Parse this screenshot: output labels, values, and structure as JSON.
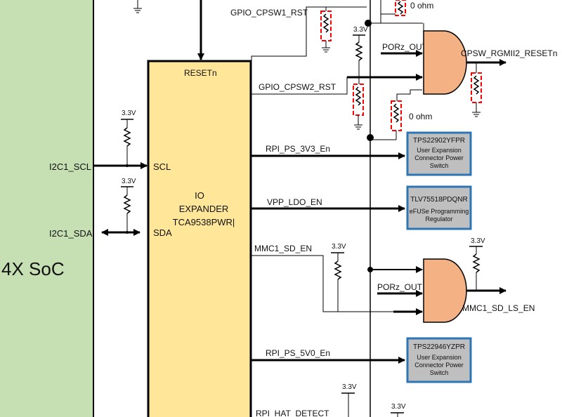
{
  "soc": {
    "label": "4X SoC",
    "color": "#c6e0b4"
  },
  "expander": {
    "reset_pin": "RESETn",
    "title_line1": "IO",
    "title_line2": "EXPANDER",
    "title_line3": "TCA9538PWR|",
    "color": "#ffe699",
    "pins": {
      "scl": "SCL",
      "sda": "SDA"
    }
  },
  "signals": {
    "i2c_scl": "I2C1_SCL",
    "i2c_sda": "I2C1_SDA",
    "gpio_cpsw1": "GPIO_CPSW1_RST",
    "gpio_cpsw2": "GPIO_CPSW2_RST",
    "rpi_ps_3v3": "RPI_PS_3V3_En",
    "vpp_ldo": "VPP_LDO_EN",
    "mmc1_sd": "MMC1_SD_EN",
    "rpi_ps_5v0": "RPI_PS_5V0_En",
    "rpi_hat": "RPI_HAT_DETECT",
    "porz_out_1": "PORz_OUT",
    "porz_out_2": "PORz_OUT",
    "cpsw_reset": "CPSW_RGMII2_RESETn",
    "mmc1_ls": "MMC1_SD_LS_EN"
  },
  "resistors": {
    "ohm_top": "0 ohm",
    "ohm_mid": "0 ohm"
  },
  "supplies": {
    "scl_pullup": "3.3V",
    "sda_pullup": "3.3V",
    "cpsw_pullup": "3.3V",
    "mmc_pullup": "3.3V",
    "and2_pullup": "3.3V",
    "bottom_1": "3.3V",
    "bottom_2": "3.3V"
  },
  "devices": {
    "tps1": {
      "part": "TPS22902YFPR",
      "desc1": "User Expansion",
      "desc2": "Connector Power",
      "desc3": "Switch"
    },
    "tlv": {
      "part": "TLV75518PDQNR",
      "desc1": "eFUSe Programming",
      "desc2": "Regulator"
    },
    "tps2": {
      "part": "TPS22946YZPR",
      "desc1": "User Expansion",
      "desc2": "Connector Power",
      "desc3": "Switch"
    }
  },
  "colors": {
    "device_fill": "#bfbfbf",
    "device_border": "#2e75b6",
    "gate_fill": "#f4b183",
    "dnp_red": "#ff0000"
  }
}
